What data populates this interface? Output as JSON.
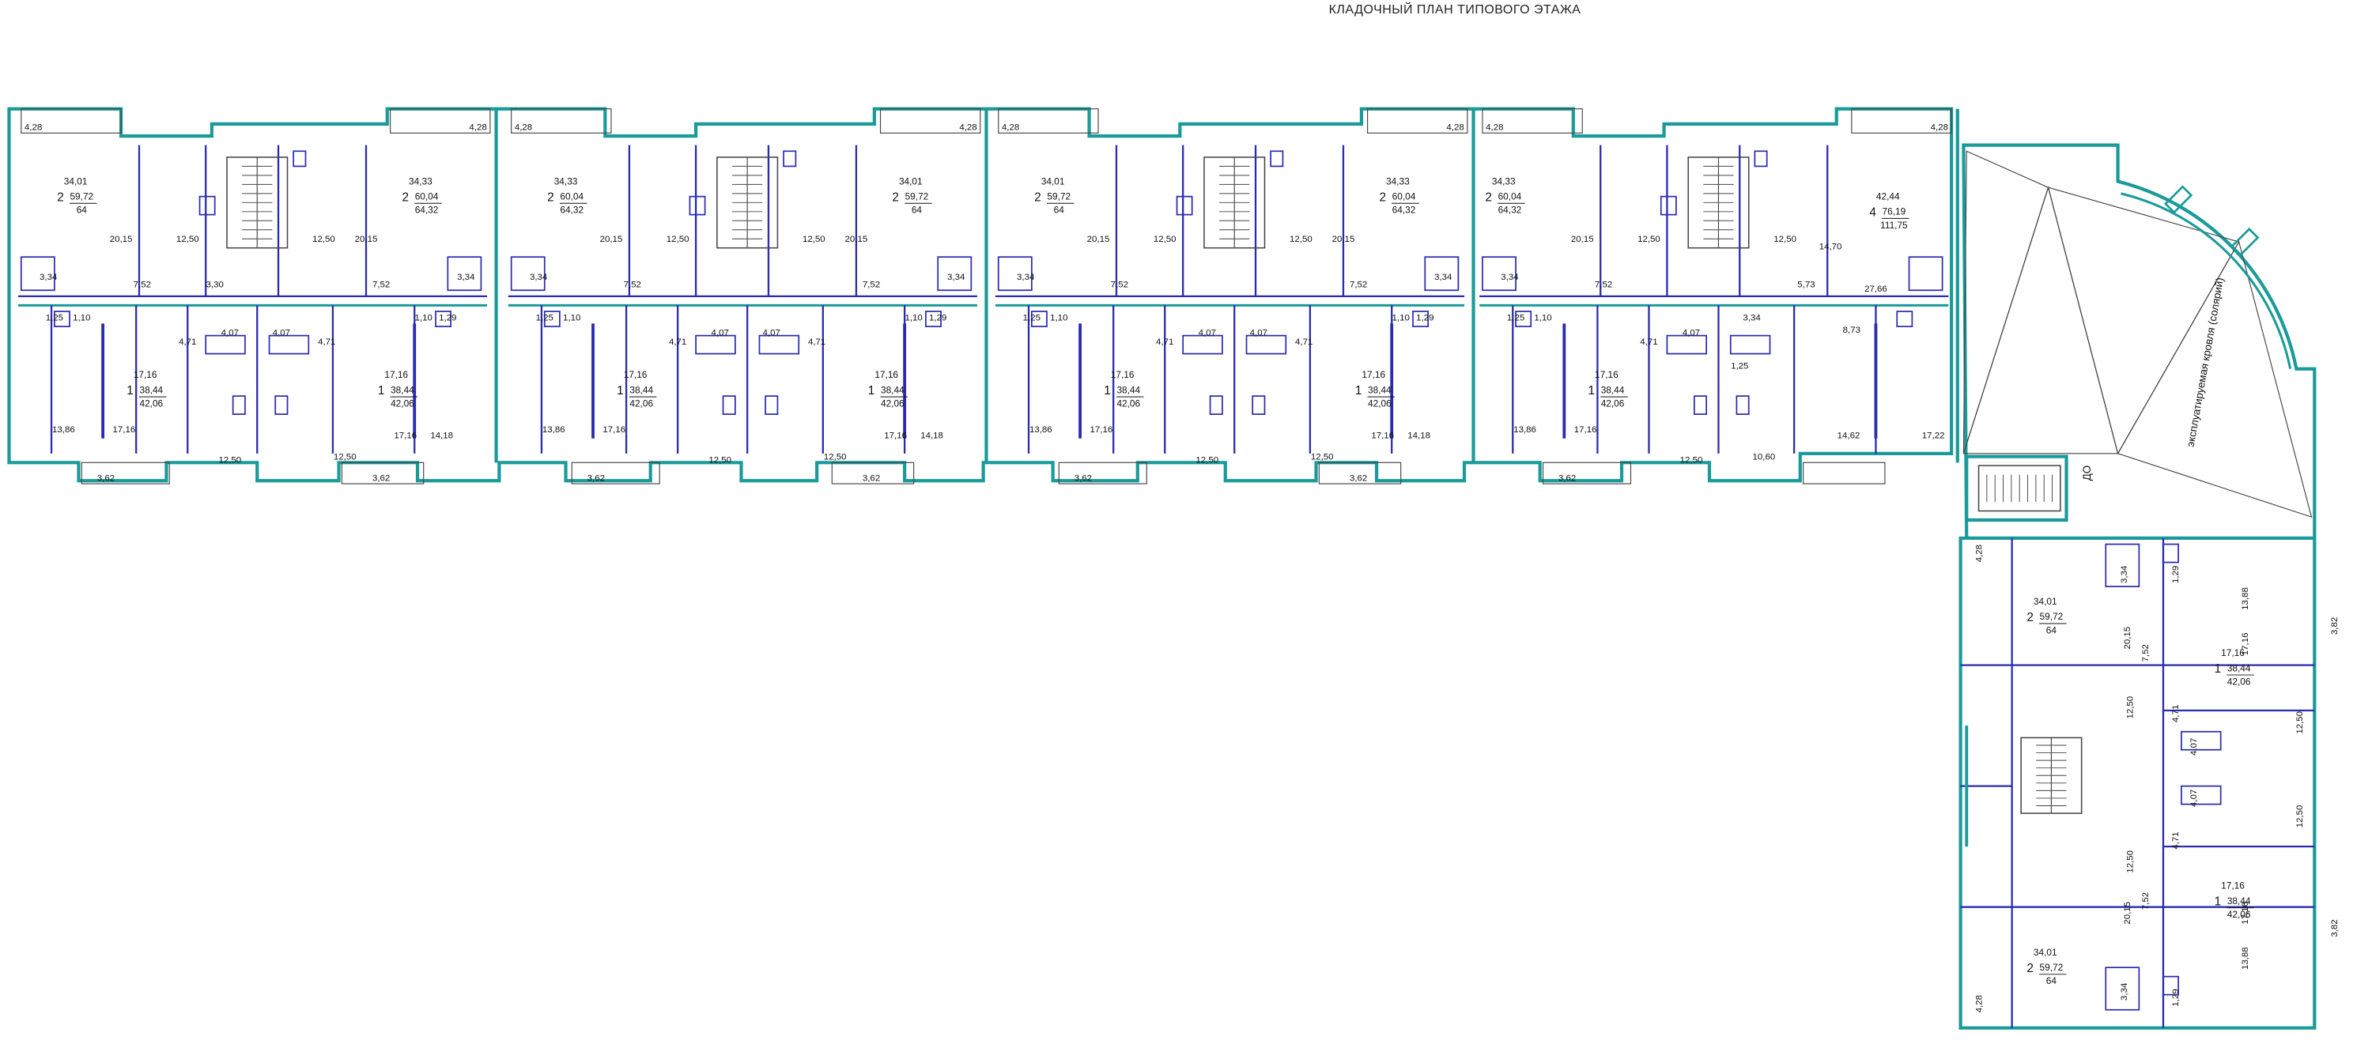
{
  "title": "КЛАДОЧНЫЙ ПЛАН ТИПОВОГО ЭТАЖА",
  "colors": {
    "outer_wall": "#1a9a9a",
    "inner_wall": "#2b2bb0",
    "fixture": "#2b2bb0",
    "dim_line": "#444444",
    "text": "#111111"
  },
  "roof_label": "эксплуатируемая кровля (солярий)",
  "stair_label": "ДО",
  "apartment_types": [
    {
      "rooms": "2",
      "living": "34,01",
      "total": "59,72",
      "gross": "64"
    },
    {
      "rooms": "2",
      "living": "34,33",
      "total": "60,04",
      "gross": "64,32"
    },
    {
      "rooms": "1",
      "living": "17,16",
      "total": "38,44",
      "gross": "42,06"
    },
    {
      "rooms": "4",
      "living": "42,44",
      "total": "76,19",
      "gross": "111,75"
    }
  ],
  "room_areas": {
    "balcony": "4,28",
    "living_2room": "20,15",
    "kitchen": "12,50",
    "bath": "3,34",
    "wc": "1,25",
    "wc_b": "1,29",
    "hall": "7,52",
    "corridor_a": "3,30",
    "corridor_b": "1,10",
    "bath_1room": "4,07",
    "hall_1room": "4,71",
    "bedroom": "13,86",
    "bedroom_b": "14,18",
    "living_1room": "17,16",
    "loggia": "3,62",
    "big_room": "27,66",
    "hall_4room": "14,70",
    "hall_4room_b": "5,73",
    "bath_4room": "8,73",
    "bedroom_4room": "14,62",
    "bedroom_4room_b": "17,22",
    "kitchen_4room": "10,60",
    "bedroom_1room_b": "13,88",
    "loggia_b": "3,82"
  }
}
